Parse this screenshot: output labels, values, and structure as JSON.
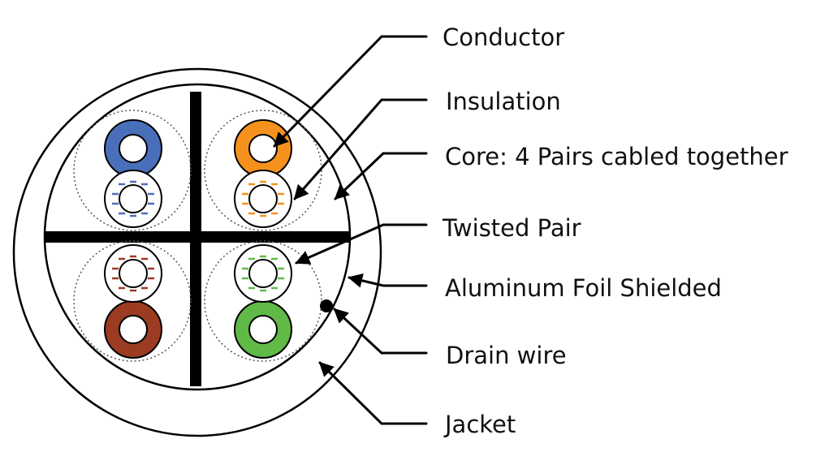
{
  "labels": {
    "conductor": "Conductor",
    "insulation": "Insulation",
    "core": "Core: 4 Pairs cabled together",
    "twisted_pair": "Twisted Pair",
    "foil": "Aluminum Foil Shielded",
    "drain": "Drain wire",
    "jacket": "Jacket"
  },
  "pairs": [
    {
      "position": "top-left",
      "color": "#4a6fba"
    },
    {
      "position": "top-right",
      "color": "#f5921e"
    },
    {
      "position": "bottom-left",
      "color": "#9b3b22"
    },
    {
      "position": "bottom-right",
      "color": "#61b947"
    }
  ]
}
